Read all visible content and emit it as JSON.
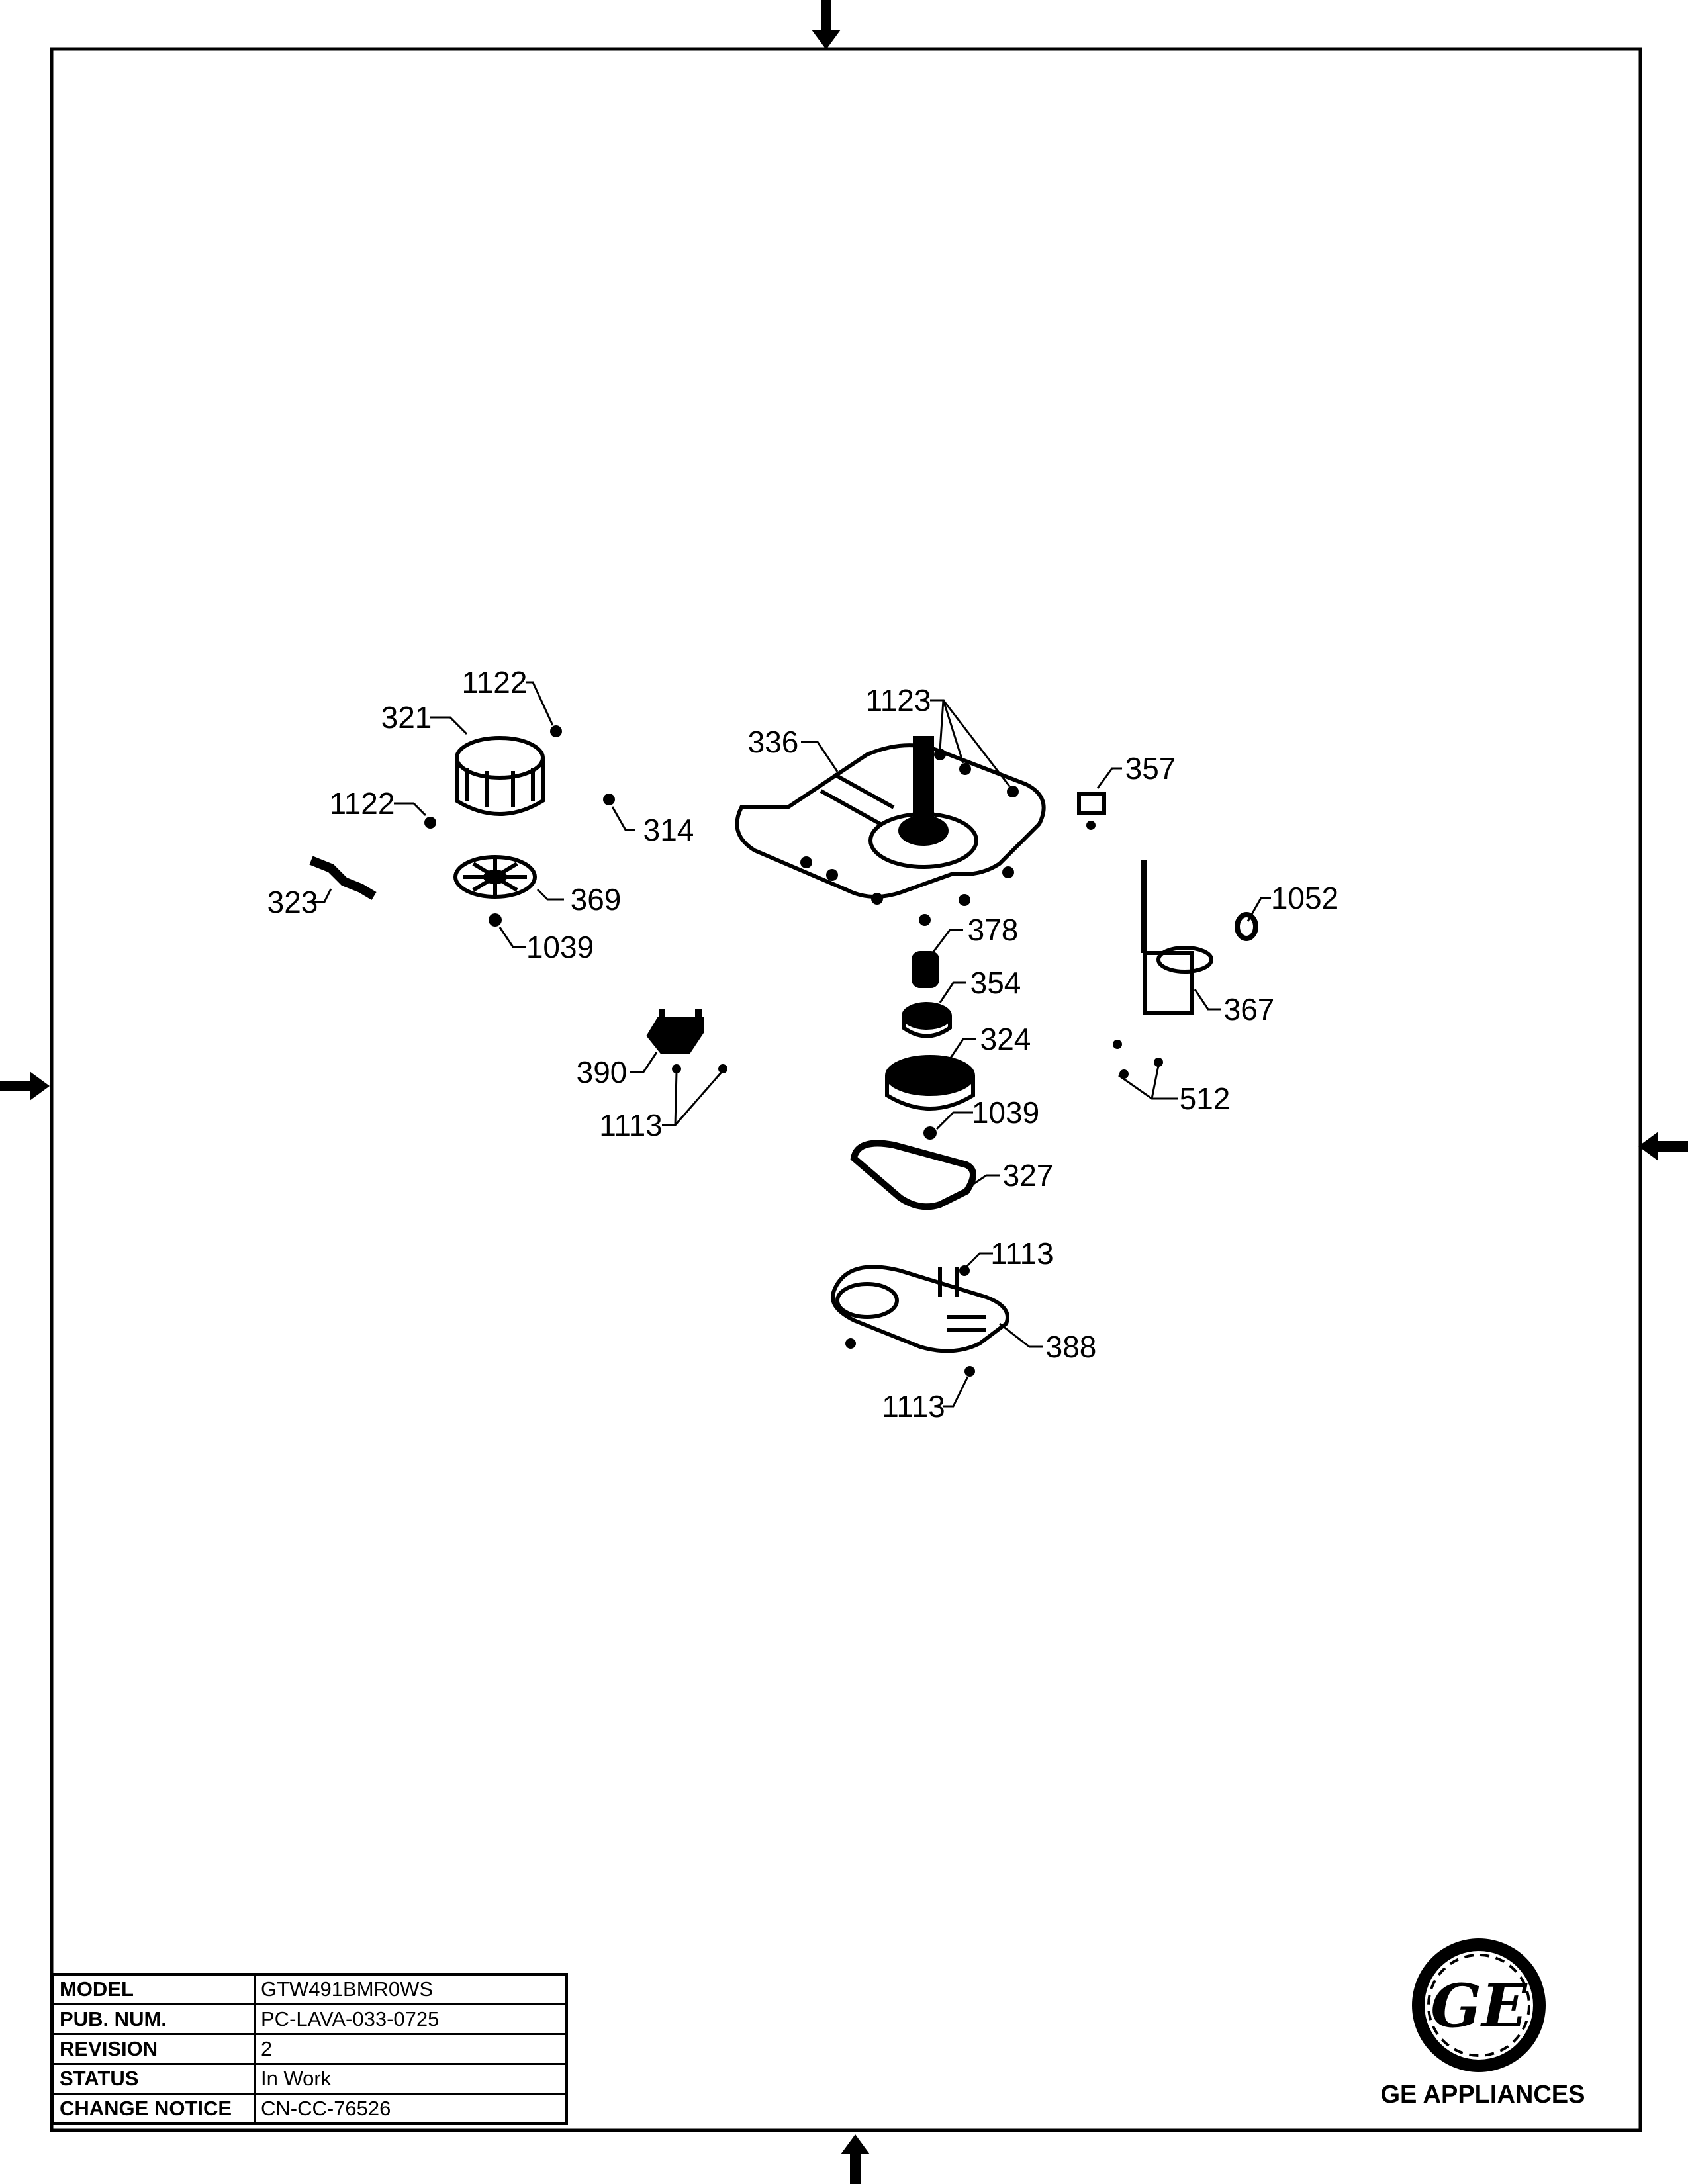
{
  "callouts": {
    "c1122a": "1122",
    "c321": "321",
    "c1122b": "1122",
    "c314": "314",
    "c323": "323",
    "c369": "369",
    "c1039a": "1039",
    "c336": "336",
    "c1123": "1123",
    "c357": "357",
    "c1052": "1052",
    "c378": "378",
    "c354": "354",
    "c324": "324",
    "c367": "367",
    "c390": "390",
    "c1113a": "1113",
    "c1039b": "1039",
    "c512": "512",
    "c327": "327",
    "c1113b": "1113",
    "c388": "388",
    "c1113c": "1113"
  },
  "title_block": {
    "rows": [
      {
        "label": "MODEL",
        "value": "GTW491BMR0WS"
      },
      {
        "label": "PUB. NUM.",
        "value": "PC-LAVA-033-0725"
      },
      {
        "label": "REVISION",
        "value": "2"
      },
      {
        "label": "STATUS",
        "value": "In Work"
      },
      {
        "label": "CHANGE NOTICE",
        "value": "CN-CC-76526"
      }
    ]
  },
  "brand": {
    "name": "GE APPLIANCES",
    "logo_text": "GE"
  }
}
